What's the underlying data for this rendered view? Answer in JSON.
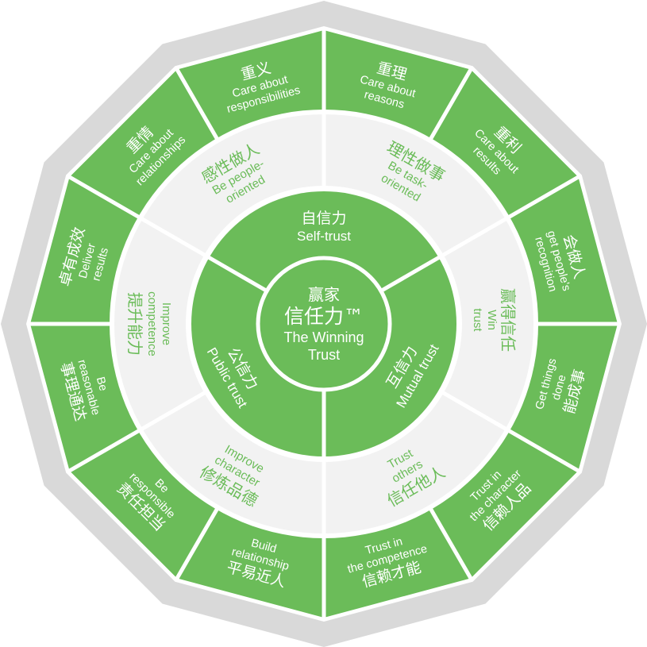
{
  "colors": {
    "green": "#6BBC59",
    "light_gray": "#F2F2F2",
    "outer_gray": "#D9D9D9",
    "divider": "#FFFFFF"
  },
  "center": {
    "zh_line1": "赢家",
    "zh_line2": "信任力™",
    "en_line1": "The Winning",
    "en_line2": "Trust"
  },
  "inner_ring": [
    {
      "zh": "自信力",
      "en": "Self-trust"
    },
    {
      "zh": "互信力",
      "en": "Mutual trust"
    },
    {
      "zh": "公信力",
      "en": "Public trust"
    }
  ],
  "middle_ring": [
    {
      "zh": "感性做人",
      "en_lines": [
        "Be people-",
        "oriented"
      ]
    },
    {
      "zh": "理性做事",
      "en_lines": [
        "Be task-",
        "oriented"
      ]
    },
    {
      "zh": "赢得信任",
      "en_lines": [
        "Win",
        "trust"
      ]
    },
    {
      "zh": "信任他人",
      "en_lines": [
        "Trust",
        "others"
      ]
    },
    {
      "zh": "修炼品德",
      "en_lines": [
        "Improve",
        "character"
      ]
    },
    {
      "zh": "提升能力",
      "en_lines": [
        "Improve",
        "competence"
      ]
    }
  ],
  "outer_ring": [
    {
      "zh": "重义",
      "en_lines": [
        "Care about",
        "responsibilities"
      ]
    },
    {
      "zh": "重理",
      "en_lines": [
        "Care about",
        "reasons"
      ]
    },
    {
      "zh": "重利",
      "en_lines": [
        "Care about",
        "results"
      ]
    },
    {
      "zh": "会做人",
      "en_lines": [
        "get people's",
        "recognition"
      ]
    },
    {
      "zh": "能成事",
      "en_lines": [
        "Get things",
        "done"
      ]
    },
    {
      "zh": "信赖人品",
      "en_lines": [
        "Trust in",
        "the character"
      ]
    },
    {
      "zh": "信赖才能",
      "en_lines": [
        "Trust in",
        "the competence"
      ]
    },
    {
      "zh": "平易近人",
      "en_lines": [
        "Build",
        "relationship"
      ]
    },
    {
      "zh": "责任担当",
      "en_lines": [
        "Be",
        "responsible"
      ]
    },
    {
      "zh": "事理通达",
      "en_lines": [
        "Be",
        "reasonable"
      ]
    },
    {
      "zh": "卓有成效",
      "en_lines": [
        "Deliver",
        "results"
      ]
    },
    {
      "zh": "重情",
      "en_lines": [
        "Care about",
        "relationships"
      ]
    }
  ]
}
